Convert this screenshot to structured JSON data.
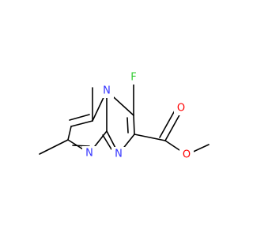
{
  "molecule": {
    "atoms": {
      "fluorine": "F",
      "bridgehead_nitrogen": "N",
      "imidazole_nitrogen": "N",
      "pyrimidine_nitrogen": "N",
      "carbonyl_oxygen": "O",
      "ester_oxygen": "O"
    }
  },
  "colors": {
    "bond": "#000000",
    "fluorine": "#33cc33",
    "nitrogen": "#3333ff",
    "oxygen": "#ff0000",
    "background": "#ffffff"
  }
}
